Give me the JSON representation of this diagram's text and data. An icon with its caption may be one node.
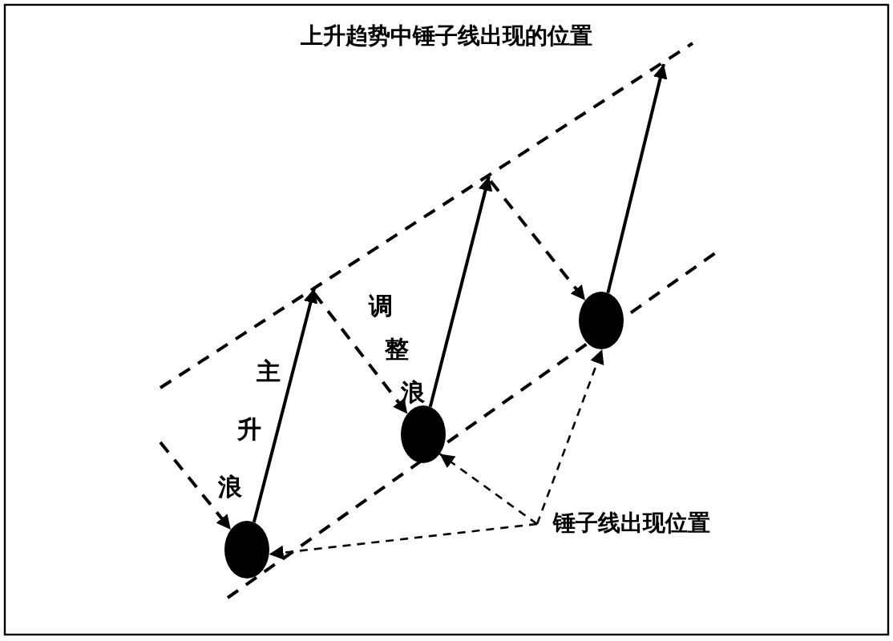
{
  "diagram": {
    "title": "上升趋势中锤子线出现的位置",
    "nodes": [
      {
        "text": [],
        "shape": "circle"
      },
      {
        "text": [],
        "shape": "circle"
      },
      {
        "text": [],
        "shape": "circle"
      },
      {
        "text": [
          "锤子线出现位置"
        ]
      }
    ],
    "edges": [
      {
        "from": null,
        "to": 0,
        "arrow": "to",
        "style": "dashed"
      },
      {
        "from": 0,
        "to": null,
        "arrow": "to"
      },
      {
        "from": null,
        "to": 1,
        "arrow": "to",
        "style": "dashed"
      },
      {
        "from": 1,
        "to": null,
        "arrow": "to"
      },
      {
        "from": null,
        "to": 2,
        "arrow": "to",
        "style": "dashed"
      },
      {
        "from": 2,
        "to": null,
        "arrow": "to"
      },
      {
        "from": 3,
        "to": 0,
        "arrow": "to",
        "style": "dashed"
      },
      {
        "from": 3,
        "to": 1,
        "arrow": "to",
        "style": "dashed"
      },
      {
        "from": 3,
        "to": 2,
        "arrow": "to",
        "style": "dashed"
      }
    ],
    "labels": [
      "主升浪",
      "调整浪"
    ]
  }
}
